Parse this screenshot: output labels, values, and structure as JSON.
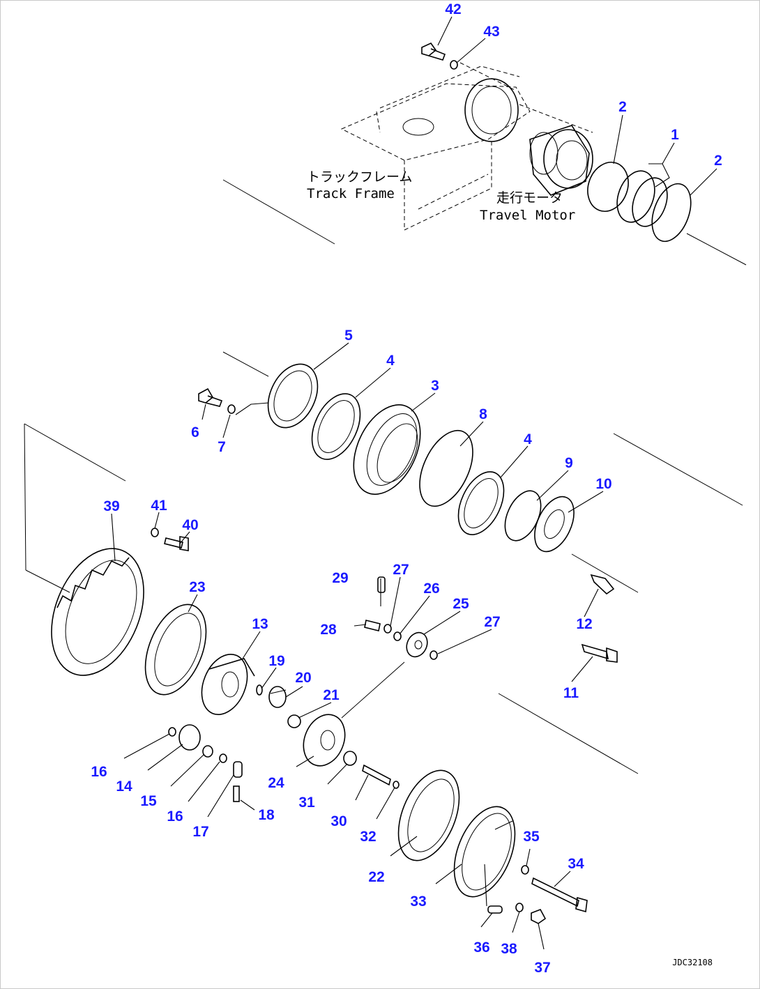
{
  "drawing_code": "JDC32108",
  "accent_color": "#1a1aff",
  "annotations": {
    "track_frame_jp": "トラックフレーム",
    "track_frame_en": "Track Frame",
    "travel_motor_jp": "走行モータ",
    "travel_motor_en": "Travel Motor"
  },
  "callouts": {
    "c42": "42",
    "c43": "43",
    "c2a": "2",
    "c1": "1",
    "c2b": "2",
    "c5": "5",
    "c4a": "4",
    "c3": "3",
    "c8": "8",
    "c4b": "4",
    "c9": "9",
    "c10": "10",
    "c6": "6",
    "c7": "7",
    "c39": "39",
    "c41": "41",
    "c40": "40",
    "c23": "23",
    "c29": "29",
    "c27a": "27",
    "c26": "26",
    "c25": "25",
    "c27b": "27",
    "c28": "28",
    "c12": "12",
    "c11": "11",
    "c13": "13",
    "c19": "19",
    "c20": "20",
    "c21": "21",
    "c16a": "16",
    "c14": "14",
    "c15": "15",
    "c16b": "16",
    "c17": "17",
    "c18": "18",
    "c24": "24",
    "c31": "31",
    "c30": "30",
    "c32": "32",
    "c22": "22",
    "c33": "33",
    "c35": "35",
    "c34": "34",
    "c36": "36",
    "c38": "38",
    "c37": "37"
  }
}
